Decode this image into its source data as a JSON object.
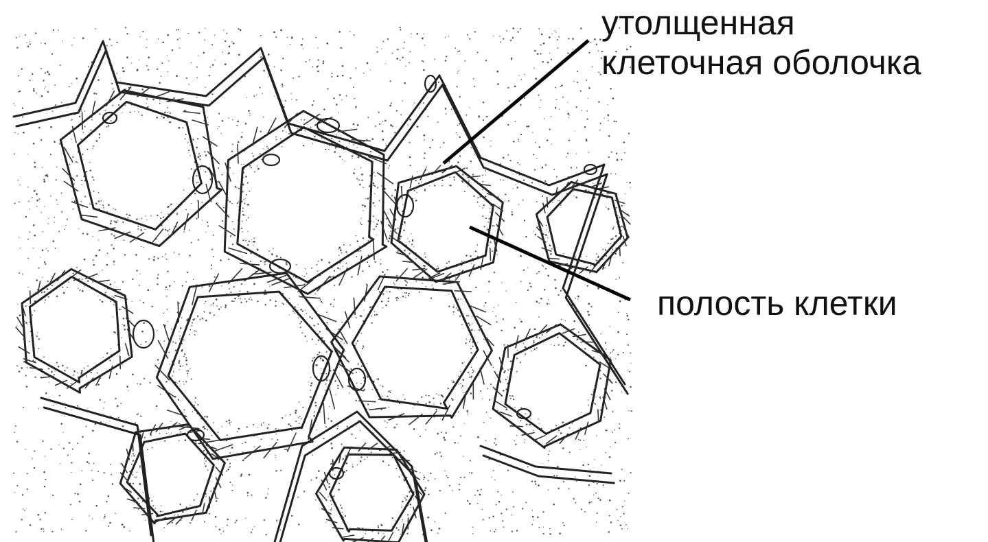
{
  "labels": {
    "thickened_wall": {
      "line1": "утолщенная",
      "line2": "клеточная оболочка"
    },
    "cell_cavity": "полость клетки"
  },
  "colors": {
    "ink": "#222222",
    "stipple": "#555555",
    "background": "#ffffff"
  }
}
